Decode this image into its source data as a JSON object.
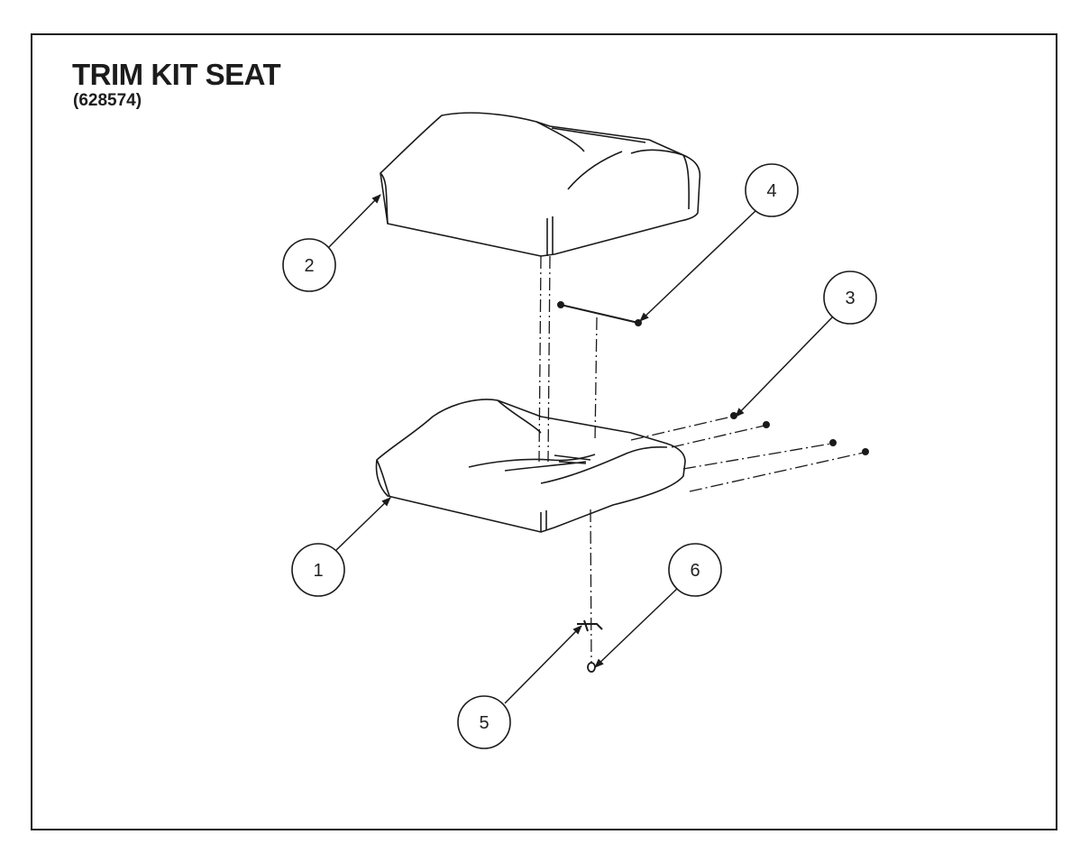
{
  "header": {
    "title": "TRIM KIT SEAT",
    "part_number": "(628574)"
  },
  "callouts": [
    {
      "id": "1",
      "label": "1"
    },
    {
      "id": "2",
      "label": "2"
    },
    {
      "id": "3",
      "label": "3"
    },
    {
      "id": "4",
      "label": "4"
    },
    {
      "id": "5",
      "label": "5"
    },
    {
      "id": "6",
      "label": "6"
    }
  ],
  "colors": {
    "line": "#1a1a1a",
    "background": "#ffffff"
  }
}
